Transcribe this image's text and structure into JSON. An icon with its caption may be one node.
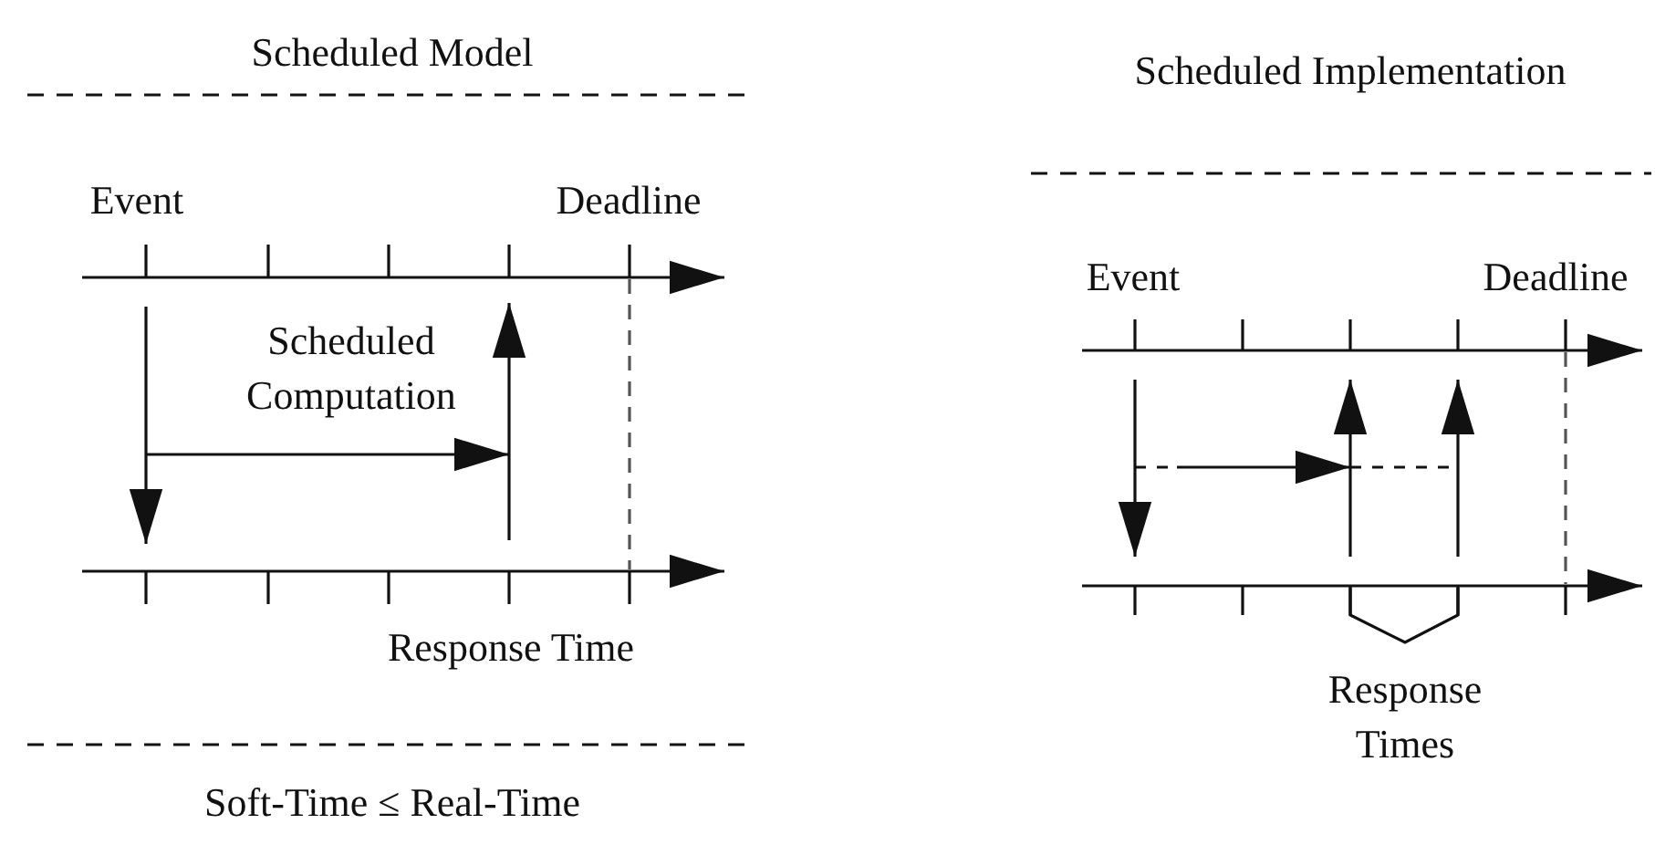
{
  "diagram": {
    "labels": [
      "Scheduled Model",
      "Event",
      "Deadline",
      "Scheduled Computation",
      "Response Time",
      "Soft-Time ≤ Real-Time",
      "Scheduled Implementation",
      "Event",
      "Deadline",
      "Response Times"
    ]
  }
}
